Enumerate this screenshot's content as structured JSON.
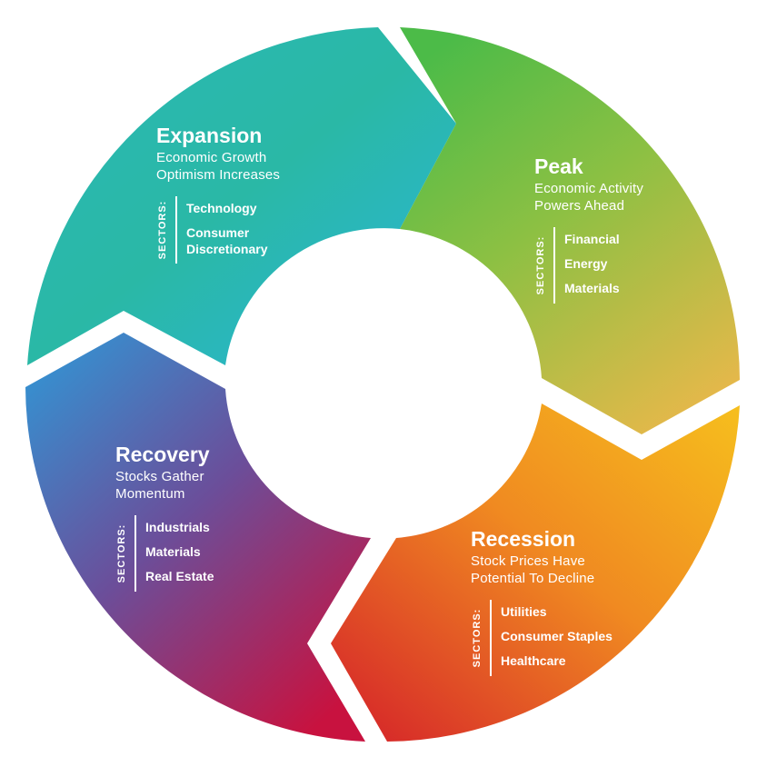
{
  "colors": {
    "expansion": [
      "#2bb7b5",
      "#2ab8a6",
      "#29b5d9"
    ],
    "peak": [
      "#4cbb48",
      "#8cc043",
      "#e6b84a"
    ],
    "recession": [
      "#f6bf1d",
      "#f08a21",
      "#d41f2a"
    ],
    "recovery": [
      "#2e9ad8",
      "#6b4e9a",
      "#c8123f"
    ]
  },
  "phases": {
    "expansion": {
      "title": "Expansion",
      "line1": "Economic Growth",
      "line2": "Optimism Increases",
      "sectors_label": "SECTORS:",
      "sectors": [
        "Technology",
        "Consumer Discretionary"
      ]
    },
    "peak": {
      "title": "Peak",
      "line1": "Economic Activity",
      "line2": "Powers Ahead",
      "sectors_label": "SECTORS:",
      "sectors": [
        "Financial",
        "Energy",
        "Materials"
      ]
    },
    "recession": {
      "title": "Recession",
      "line1": "Stock Prices Have",
      "line2": "Potential To Decline",
      "sectors_label": "SECTORS:",
      "sectors": [
        "Utilities",
        "Consumer Staples",
        "Healthcare"
      ]
    },
    "recovery": {
      "title": "Recovery",
      "line1": "Stocks Gather",
      "line2": "Momentum",
      "sectors_label": "SECTORS:",
      "sectors": [
        "Industrials",
        "Materials",
        "Real Estate"
      ]
    }
  }
}
